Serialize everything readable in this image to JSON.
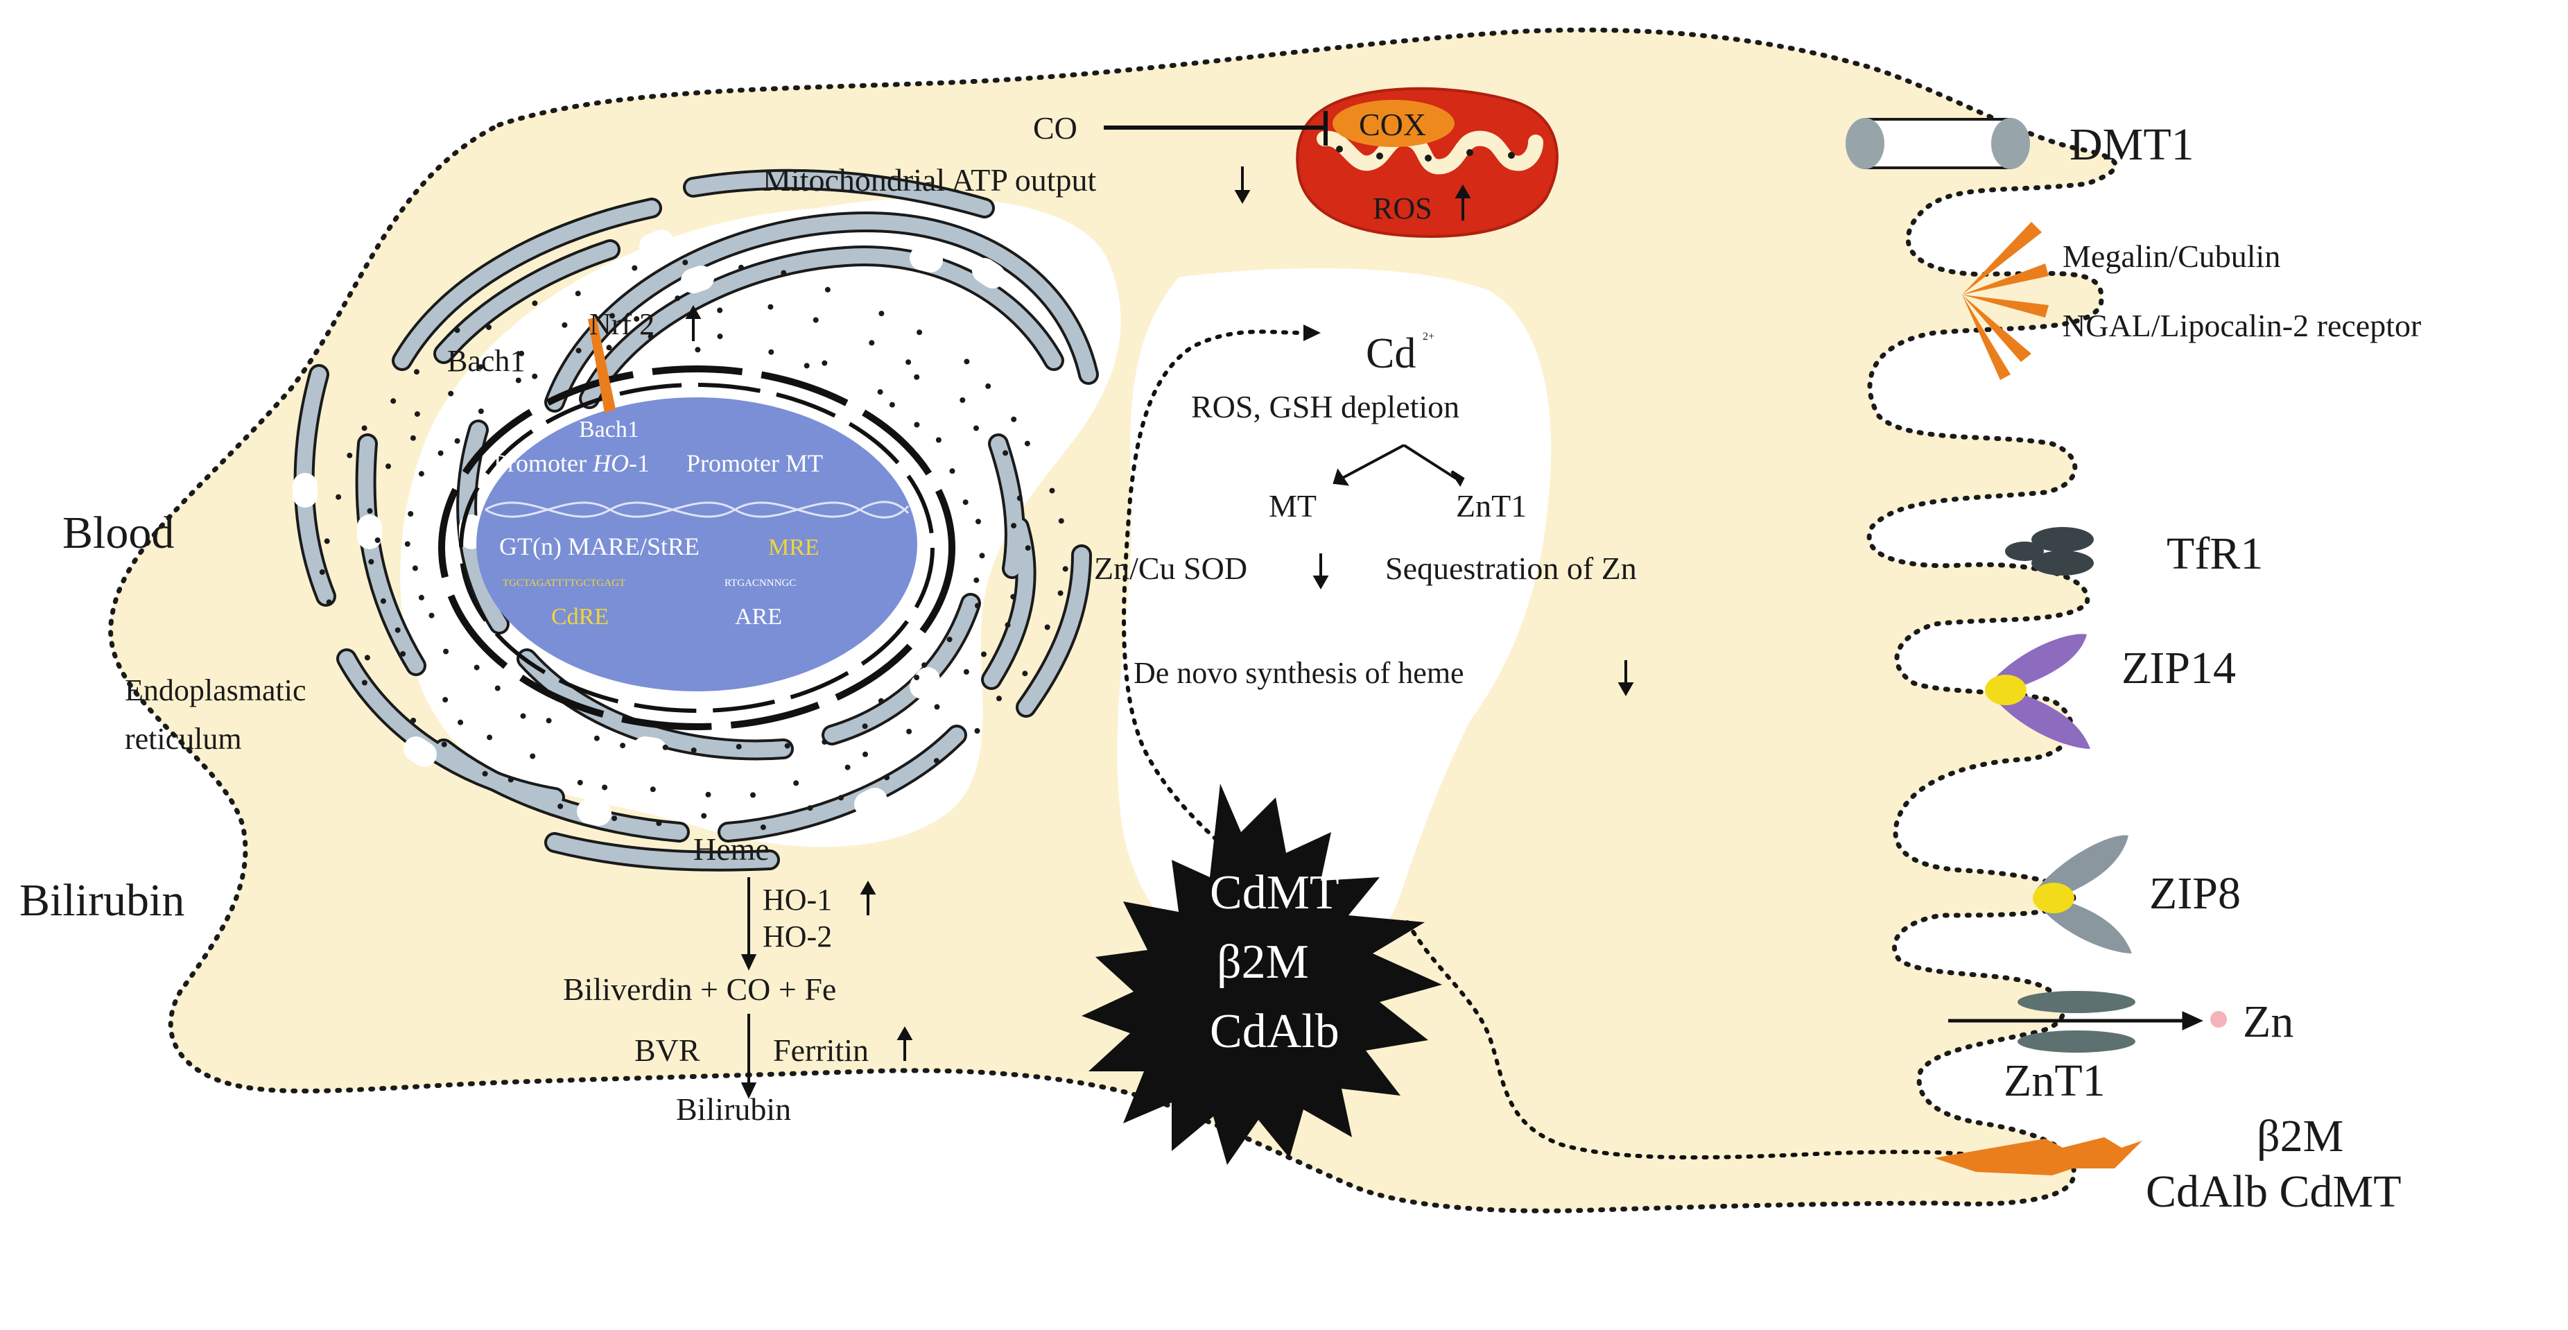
{
  "labels": {
    "blood": "Blood",
    "bilirubin_side": "Bilirubin",
    "er_line1": "Endoplasmatic",
    "er_line2": "reticulum",
    "bach1": "Bach1",
    "nrf2": "Nrf 2",
    "co_top": "CO",
    "cox": "COX",
    "mito_atp": "Mitochondrial ATP output",
    "ros_mito": "ROS",
    "cd": "Cd",
    "cd_charge": "2+",
    "ros_gsh": "ROS, GSH depletion",
    "mt": "MT",
    "znt1_mid": "ZnT1",
    "zncu_sod": "Zn/Cu SOD",
    "sequestration": "Sequestration of Zn",
    "de_novo": "De novo synthesis of heme",
    "heme": "Heme",
    "ho1": "HO-1",
    "ho2": "HO-2",
    "biliverdin_line": "Biliverdin + CO + Fe",
    "bvr": "BVR",
    "ferritin": "Ferritin",
    "bilirubin_bottom": "Bilirubin",
    "cdmt": "CdMT",
    "b2m_center": "β2M",
    "cdalb": "CdAlb"
  },
  "nucleus": {
    "bach1": "Bach1",
    "promoter_ho1_prefix": "Promoter ",
    "promoter_ho1_gene": "HO",
    "promoter_ho1_suffix": "-1",
    "promoter_mt": "Promoter MT",
    "gt_marf": "GT(n) MARE/StRE",
    "mre": "MRE",
    "seq_left": "TGCTAGATTTTGCTGAGT",
    "seq_right": "RTGACNNNGC",
    "cdre": "CdRE",
    "are": "ARE"
  },
  "receptors": {
    "dmt1": "DMT1",
    "megalin": "Megalin/Cubulin",
    "ngal": "NGAL/Lipocalin-2 receptor",
    "tfr1": "TfR1",
    "zip14": "ZIP14",
    "zip8": "ZIP8",
    "zn": "Zn",
    "znt1_right": "ZnT1",
    "b2m_right": "β2M",
    "cdalb_cdmt": "CdAlb CdMT"
  },
  "colors": {
    "cytoplasm": "#fbf1cf",
    "nucleus": "#7b8fd6",
    "er": "#b3c2cc",
    "mito": "#d42a16",
    "cox": "#ee8a1d",
    "megalin": "#ea7e1c",
    "zip14": "#8d6bbf",
    "zip8": "#8b979f",
    "zinc": "#f2dc1a",
    "tfr1": "#3a4448",
    "znt1": "#5c7170",
    "zn_dot": "#f4b3b8",
    "dmt1": "#97a5ab",
    "cd_complex": "#101010"
  }
}
